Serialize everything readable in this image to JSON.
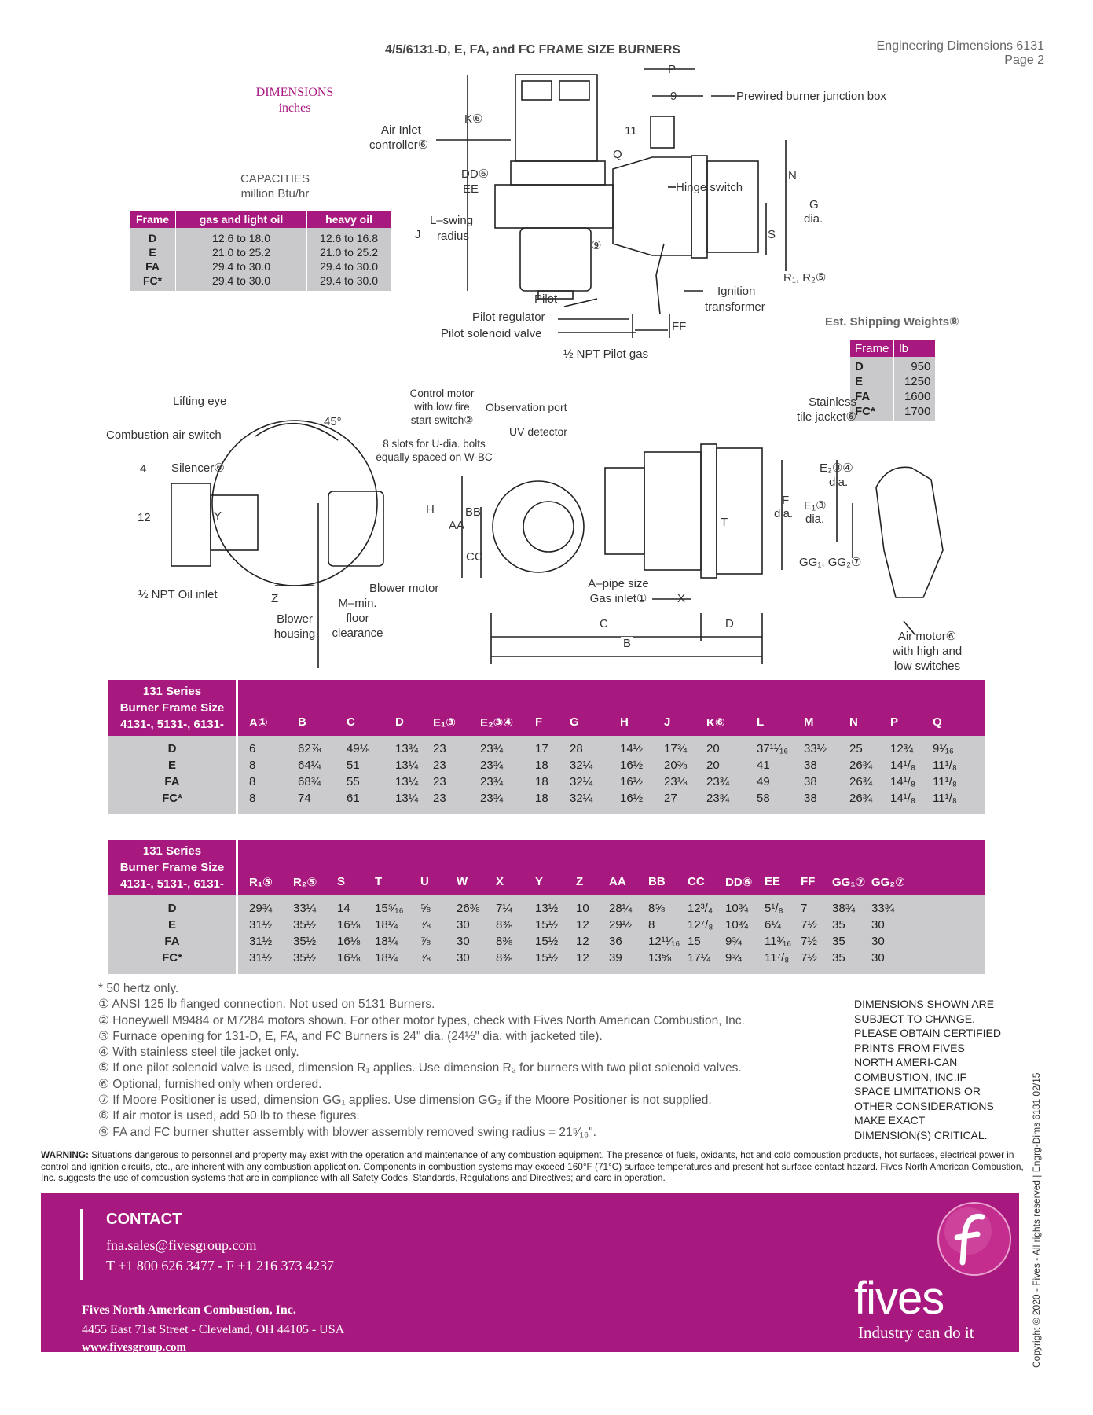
{
  "header": {
    "doc_title": "Engineering Dimensions 6131",
    "page": "Page 2",
    "main_title": "4/5/6131-D, E, FA, and FC FRAME SIZE BURNERS",
    "dimensions_label": "DIMENSIONS",
    "dimensions_unit": "inches"
  },
  "capacities": {
    "title": "CAPACITIES",
    "unit": "million Btu/hr",
    "headers": [
      "Frame",
      "gas and light oil",
      "heavy oil"
    ],
    "rows": [
      [
        "D",
        "12.6 to 18.0",
        "12.6 to 16.8"
      ],
      [
        "E",
        "21.0 to 25.2",
        "21.0 to 25.2"
      ],
      [
        "FA",
        "29.4 to 30.0",
        "29.4 to 30.0"
      ],
      [
        "FC*",
        "29.4 to 30.0",
        "29.4 to 30.0"
      ]
    ]
  },
  "shipping": {
    "title": "Est. Shipping Weights⑧",
    "headers": [
      "Frame",
      "lb"
    ],
    "rows": [
      [
        "D",
        "950"
      ],
      [
        "E",
        "1250"
      ],
      [
        "FA",
        "1600"
      ],
      [
        "FC*",
        "1700"
      ]
    ]
  },
  "diagram_top_labels": {
    "p": "P",
    "nine": "9",
    "junction": "Prewired burner junction box",
    "k": "K⑥",
    "eleven": "11",
    "air_inlet": "Air Inlet",
    "air_inlet2": "controller⑥",
    "q": "Q",
    "dd": "DD⑥",
    "ee": "EE",
    "hinge": "Hinge switch",
    "n": "N",
    "g": "G",
    "gdia": "dia.",
    "l_swing": "L–swing",
    "radius": "radius",
    "j": "J",
    "s": "S",
    "nine_c": "⑨",
    "r": "R₁, R₂⑤",
    "pilot": "Pilot",
    "ignition": "Ignition",
    "transformer": "transformer",
    "pilot_reg": "Pilot regulator",
    "pilot_sol": "Pilot solenoid valve",
    "ff": "FF",
    "npt_pilot": "½ NPT Pilot gas"
  },
  "diagram_bottom_labels": {
    "lifting": "Lifting eye",
    "deg": "45°",
    "control_motor": [
      "Control motor",
      "with low fire",
      "start switch②"
    ],
    "obs_port": "Observation port",
    "uv": "UV detector",
    "slots": [
      "8 slots for U-dia. bolts",
      "equally spaced on W-BC"
    ],
    "stainless": [
      "Stainless",
      "tile jacket⑥"
    ],
    "comb_switch": "Combustion air switch",
    "four": "4",
    "silencer": "Silencer⑥",
    "e2": "E₂③④",
    "e2dia": "dia.",
    "twelve": "12",
    "y": "Y",
    "h": "H",
    "bb": "BB",
    "aa": "AA",
    "t": "T",
    "f": "F",
    "fdia": "dia.",
    "e1": "E₁③",
    "e1dia": "dia.",
    "cc": "CC",
    "gg": "GG₁, GG₂⑦",
    "a_pipe": [
      "A–pipe size",
      "Gas inlet①"
    ],
    "x": "X",
    "oil_inlet": "½ NPT Oil inlet",
    "z": "Z",
    "blower_motor": "Blower motor",
    "m": [
      "M–min.",
      "floor",
      "clearance"
    ],
    "blower_housing": [
      "Blower",
      "housing"
    ],
    "c": "C",
    "d": "D",
    "b": "B",
    "air_motor": [
      "Air motor⑥",
      "with high and",
      "low switches"
    ]
  },
  "table1": {
    "label": [
      "131 Series",
      "Burner Frame Size",
      "4131-, 5131-, 6131-"
    ],
    "columns": [
      "A①",
      "B",
      "C",
      "D",
      "E₁③",
      "E₂③④",
      "F",
      "G",
      "H",
      "J",
      "K⑥",
      "L",
      "M",
      "N",
      "P",
      "Q"
    ],
    "frames": [
      "D",
      "E",
      "FA",
      "FC*"
    ],
    "rows": [
      [
        "6",
        "62⅞",
        "49⅛",
        "13¾",
        "23",
        "23¾",
        "17",
        "28",
        "14½",
        "17¾",
        "20",
        "37¹¹⁄₁₆",
        "33½",
        "25",
        "12¾",
        "9¹⁄₁₆"
      ],
      [
        "8",
        "64¼",
        "51",
        "13¼",
        "23",
        "23¾",
        "18",
        "32¼",
        "16½",
        "20⅜",
        "20",
        "41",
        "38",
        "26¾",
        "14¹/₈",
        "11¹/₈"
      ],
      [
        "8",
        "68¾",
        "55",
        "13¼",
        "23",
        "23¾",
        "18",
        "32¼",
        "16½",
        "23⅛",
        "23¾",
        "49",
        "38",
        "26¾",
        "14¹/₈",
        "11¹/₈"
      ],
      [
        "8",
        "74",
        "61",
        "13¼",
        "23",
        "23¾",
        "18",
        "32¼",
        "16½",
        "27",
        "23¾",
        "58",
        "38",
        "26¾",
        "14¹/₈",
        "11¹/₈"
      ]
    ]
  },
  "table2": {
    "label": [
      "131 Series",
      "Burner Frame Size",
      "4131-, 5131-, 6131-"
    ],
    "columns": [
      "R₁⑤",
      "R₂⑤",
      "S",
      "T",
      "U",
      "W",
      "X",
      "Y",
      "Z",
      "AA",
      "BB",
      "CC",
      "DD⑥",
      "EE",
      "FF",
      "GG₁⑦",
      "GG₂⑦"
    ],
    "frames": [
      "D",
      "E",
      "FA",
      "FC*"
    ],
    "rows": [
      [
        "29¾",
        "33¼",
        "14",
        "15⁵⁄₁₆",
        "⅝",
        "26⅜",
        "7¼",
        "13½",
        "10",
        "28¼",
        "8⅝",
        "12³/₄",
        "10¾",
        "5¹/₈",
        "7",
        "38¾",
        "33¾"
      ],
      [
        "31½",
        "35½",
        "16⅛",
        "18¼",
        "⅞",
        "30",
        "8⅜",
        "15½",
        "12",
        "29½",
        "8",
        "12⁷/₈",
        "10¾",
        "6¼",
        "7½",
        "35",
        "30"
      ],
      [
        "31½",
        "35½",
        "16⅛",
        "18¼",
        "⅞",
        "30",
        "8⅜",
        "15½",
        "12",
        "36",
        "12¹¹⁄₁₆",
        "15",
        "9¾",
        "11³⁄₁₆",
        "7½",
        "35",
        "30"
      ],
      [
        "31½",
        "35½",
        "16⅛",
        "18¼",
        "⅞",
        "30",
        "8⅜",
        "15½",
        "12",
        "39",
        "13⅝",
        "17¼",
        "9¾",
        "11⁷/₈",
        "7½",
        "35",
        "30"
      ]
    ]
  },
  "footnotes": [
    "* 50 hertz only.",
    "① ANSI 125 lb flanged connection. Not used on 5131 Burners.",
    "② Honeywell M9484 or M7284 motors shown. For other motor types, check with Fives North American Combustion, Inc.",
    "③ Furnace opening for 131-D, E, FA, and FC Burners is 24\" dia. (24½\" dia. with jacketed tile).",
    "④ With stainless steel tile jacket only.",
    "⑤ If one pilot solenoid valve is used, dimension R₁ applies. Use dimension R₂ for burners with two pilot solenoid valves.",
    "⑥ Optional, furnished only when ordered.",
    "⑦ If Moore Positioner is used, dimension GG₁ applies. Use dimension GG₂ if the Moore Positioner is not supplied.",
    "⑧ If air motor is used, add 50 lb to these figures.",
    "⑨ FA and FC burner shutter assembly with blower assembly removed swing radius = 21⁵⁄₁₆\"."
  ],
  "disclaimer": "DIMENSIONS SHOWN ARE SUBJECT TO CHANGE. PLEASE OBTAIN CERTIFIED PRINTS FROM FIVES NORTH AMERI-CAN COMBUSTION, INC.IF SPACE LIMITATIONS OR OTHER CONSIDERATIONS MAKE EXACT DIMENSION(S) CRITICAL.",
  "warning": {
    "label": "WARNING:",
    "text": " Situations dangerous to personnel and property may exist with the operation and maintenance of any combustion equipment. The presence of fuels, oxidants, hot and cold combustion products, hot surfaces, electrical power in control and ignition circuits, etc., are inherent with any combustion application. Components in combustion systems may exceed 160°F (71°C) surface temperatures and present hot surface contact hazard. Fives North American Combustion, Inc. suggests the use of combustion systems that are in compliance with all Safety Codes, Standards, Regulations and Directives; and care in operation."
  },
  "contact": {
    "title": "CONTACT",
    "email": "fna.sales@fivesgroup.com",
    "phone": "T +1 800 626 3477 - F +1 216 373 4237",
    "company": "Fives North American Combustion, Inc.",
    "address": "4455 East 71st Street - Cleveland, OH 44105 - USA",
    "web": "www.fivesgroup.com",
    "brand": "fives",
    "tagline": "Industry can do it"
  },
  "copyright": "Copyright © 2020 - Fives - All rights reserved | Engrg-Dims 6131 02/15",
  "colors": {
    "accent": "#a8197f",
    "table_gray": "#cbcbcd"
  }
}
